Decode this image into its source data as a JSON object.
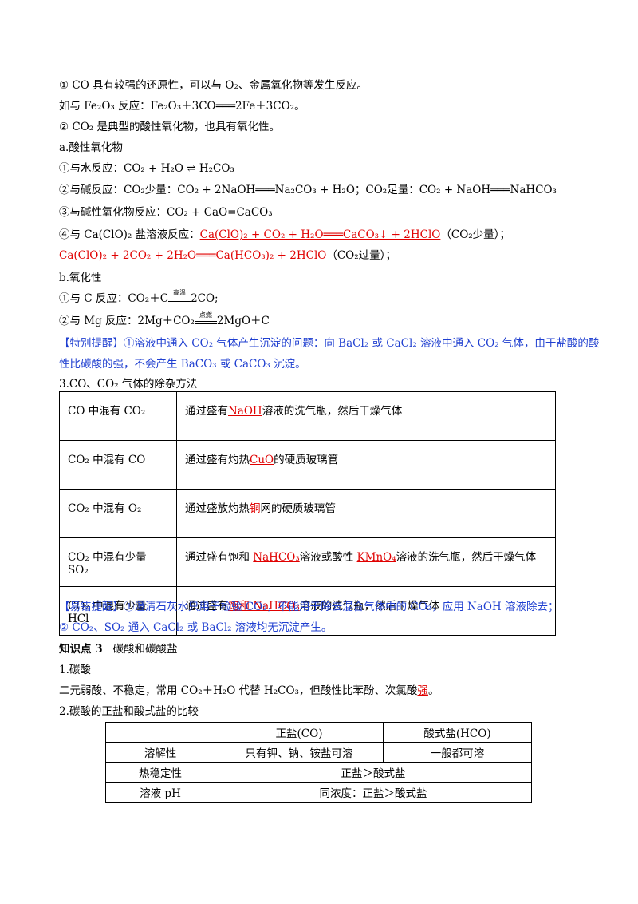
{
  "lines": {
    "l1": "① CO 具有较强的还原性，可以与 O₂、金属氧化物等发生反应。",
    "l2": "如与 Fe₂O₃ 反应：Fe₂O₃＋3CO═══2Fe＋3CO₂。",
    "l3": "② CO₂ 是典型的酸性氧化物，也具有氧化性。",
    "l4": "a.酸性氧化物",
    "l5": "①与水反应：CO₂ + H₂O ⇌ H₂CO₃",
    "l6": "②与碱反应：CO₂少量：CO₂ + 2NaOH═══Na₂CO₃ + H₂O；CO₂足量：CO₂ + NaOH═══NaHCO₃",
    "l7": "③与碱性氧化物反应：CO₂ + CaO=CaCO₃",
    "l8_prefix": "④与 Ca(ClO)₂ 盐溶液反应：",
    "l8_eq": "Ca(ClO)₂ + CO₂ + H₂O═══CaCO₃↓ + 2HClO",
    "l8_suffix": "（CO₂少量）；",
    "l9_eq": "Ca(ClO)₂ + 2CO₂ + 2H₂O═══Ca(HCO₃)₂ + 2HClO",
    "l9_suffix": "（CO₂过量）；",
    "l10": "b.氧化性",
    "l11": "①与 C 反应：CO₂＋C",
    "l11_cond": "高温",
    "l11_end": "2CO;",
    "l12": "②与 Mg 反应：2Mg＋CO₂",
    "l12_cond": "点燃",
    "l12_end": "2MgO＋C",
    "tip1_a": "【特别提醒】①溶液中通入 CO₂ 气体产生沉淀的问题：向 BaCl₂ 或 CaCl₂ 溶液中通入 CO₂ 气体，由于盐酸的酸",
    "tip1_b": "性比碳酸的强，不会产生 BaCO₃ 或 CaCO₃ 沉淀。",
    "l13": "3.CO、CO₂ 气体的除杂方法"
  },
  "table1": [
    {
      "a": "CO 中混有 CO₂",
      "pre": "通过盛有",
      "red": "NaOH",
      "post": "溶液的洗气瓶，然后干燥气体"
    },
    {
      "a": "CO₂ 中混有 CO",
      "pre": "通过盛有灼热",
      "red": "CuO",
      "post": "的硬质玻璃管"
    },
    {
      "a": "CO₂ 中混有 O₂",
      "pre": "通过盛放灼热",
      "red": "铜",
      "post": "网的硬质玻璃管"
    },
    {
      "a": "CO₂ 中混有少量 SO₂",
      "pre": "通过盛有饱和 ",
      "red": "NaHCO₃",
      "mid": "溶液或酸性 ",
      "red2": "KMnO₄",
      "post": "溶液的洗气瓶，然后干燥气体"
    },
    {
      "a": "CO₂ 中混有少量 HCl",
      "pre": "通过盛有",
      "red": "饱和 NaHCO₃",
      "post": "溶液的洗气瓶，然后干燥气体"
    }
  ],
  "tip2_a": "【易错提醒】①澄清石灰水只用于检验 CO₂，不能用于除去混合气体中的 CO₂，应用 NaOH 溶液除去；",
  "tip2_b": "② CO₂、SO₂ 通入 CaCl₂ 或 BaCl₂ 溶液均无沉淀产生。",
  "kp3_label": "知识点 3",
  "kp3_title": "碳酸和碳酸盐",
  "s1": "1.碳酸",
  "s1_text_pre": "二元弱酸、不稳定，常用 CO₂＋H₂O 代替 H₂CO₃，但酸性比苯酚、次氯酸",
  "s1_text_red": "强",
  "s1_text_post": "。",
  "s2": "2.碳酸的正盐和酸式盐的比较",
  "table2": {
    "header": [
      "",
      "正盐(CO)",
      "酸式盐(HCO)"
    ],
    "rows": [
      {
        "label": "溶解性",
        "c1": "只有钾、钠、铵盐可溶",
        "c2": "一般都可溶"
      },
      {
        "label": "热稳定性",
        "merged": "正盐＞酸式盐"
      },
      {
        "label": "溶液 pH",
        "merged": "同浓度：正盐＞酸式盐"
      }
    ]
  }
}
